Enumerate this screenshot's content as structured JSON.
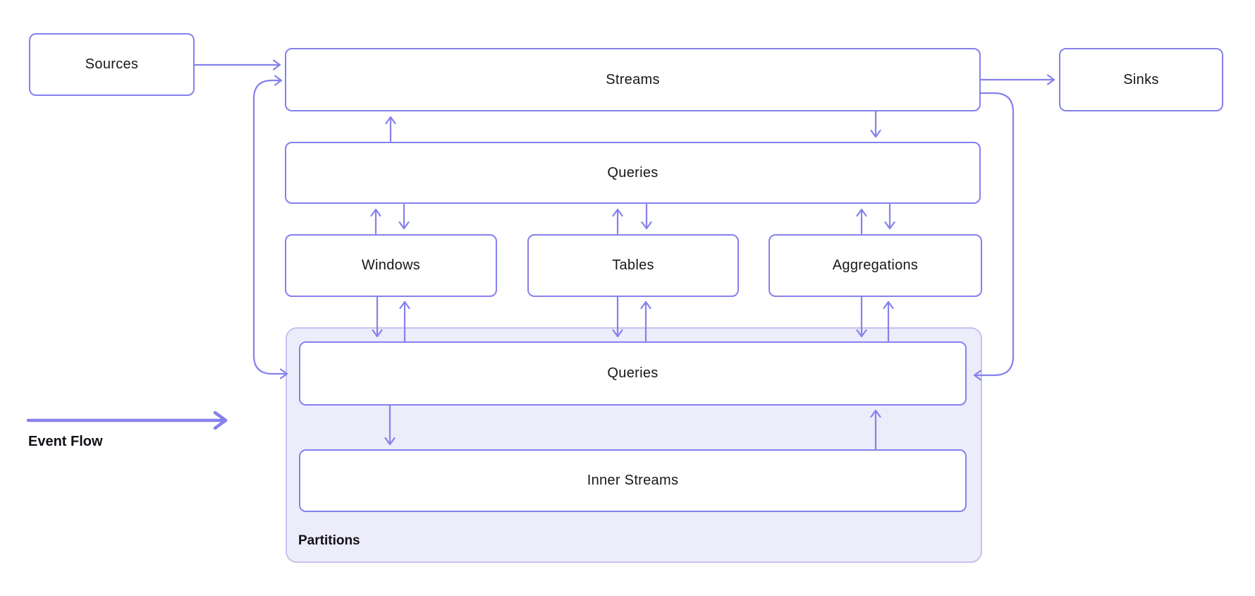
{
  "nodes": {
    "sources": {
      "label": "Sources"
    },
    "streams": {
      "label": "Streams"
    },
    "sinks": {
      "label": "Sinks"
    },
    "queries": {
      "label": "Queries"
    },
    "windows": {
      "label": "Windows"
    },
    "tables": {
      "label": "Tables"
    },
    "aggregations": {
      "label": "Aggregations"
    },
    "partition_queries": {
      "label": "Queries"
    },
    "inner_streams": {
      "label": "Inner Streams"
    }
  },
  "groups": {
    "partitions": {
      "label": "Partitions"
    }
  },
  "legend": {
    "label": "Event Flow"
  },
  "edges": [
    {
      "from": "sources",
      "to": "streams"
    },
    {
      "from": "streams",
      "to": "sinks"
    },
    {
      "from": "queries",
      "to": "streams"
    },
    {
      "from": "streams",
      "to": "queries"
    },
    {
      "from": "windows",
      "to": "queries"
    },
    {
      "from": "queries",
      "to": "windows"
    },
    {
      "from": "tables",
      "to": "queries"
    },
    {
      "from": "queries",
      "to": "tables"
    },
    {
      "from": "aggregations",
      "to": "queries"
    },
    {
      "from": "queries",
      "to": "aggregations"
    },
    {
      "from": "windows",
      "to": "partition_queries"
    },
    {
      "from": "partition_queries",
      "to": "windows"
    },
    {
      "from": "tables",
      "to": "partition_queries"
    },
    {
      "from": "partition_queries",
      "to": "tables"
    },
    {
      "from": "aggregations",
      "to": "partition_queries"
    },
    {
      "from": "partition_queries",
      "to": "aggregations"
    },
    {
      "from": "partition_queries",
      "to": "inner_streams"
    },
    {
      "from": "inner_streams",
      "to": "partition_queries"
    },
    {
      "from": "streams",
      "to": "partition_queries",
      "bidirectional": true,
      "route": "left-loop"
    },
    {
      "from": "streams",
      "to": "partition_queries",
      "route": "right-loop"
    }
  ],
  "colors": {
    "accent": "#8681EC",
    "partition_fill": "#EDECFA",
    "partition_border": "#C6C2F1",
    "text": "#17171C",
    "background": "#FFFFFF"
  }
}
